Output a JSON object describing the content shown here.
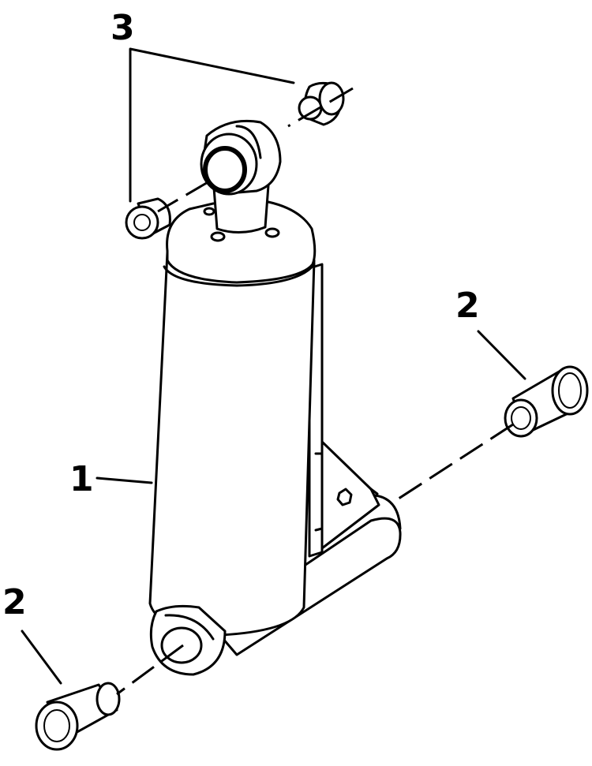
{
  "diagram": {
    "callouts": [
      {
        "id": "cylinder",
        "label": "1"
      },
      {
        "id": "pin-right",
        "label": "2"
      },
      {
        "id": "pin-left",
        "label": "2"
      },
      {
        "id": "bushings",
        "label": "3"
      }
    ]
  }
}
